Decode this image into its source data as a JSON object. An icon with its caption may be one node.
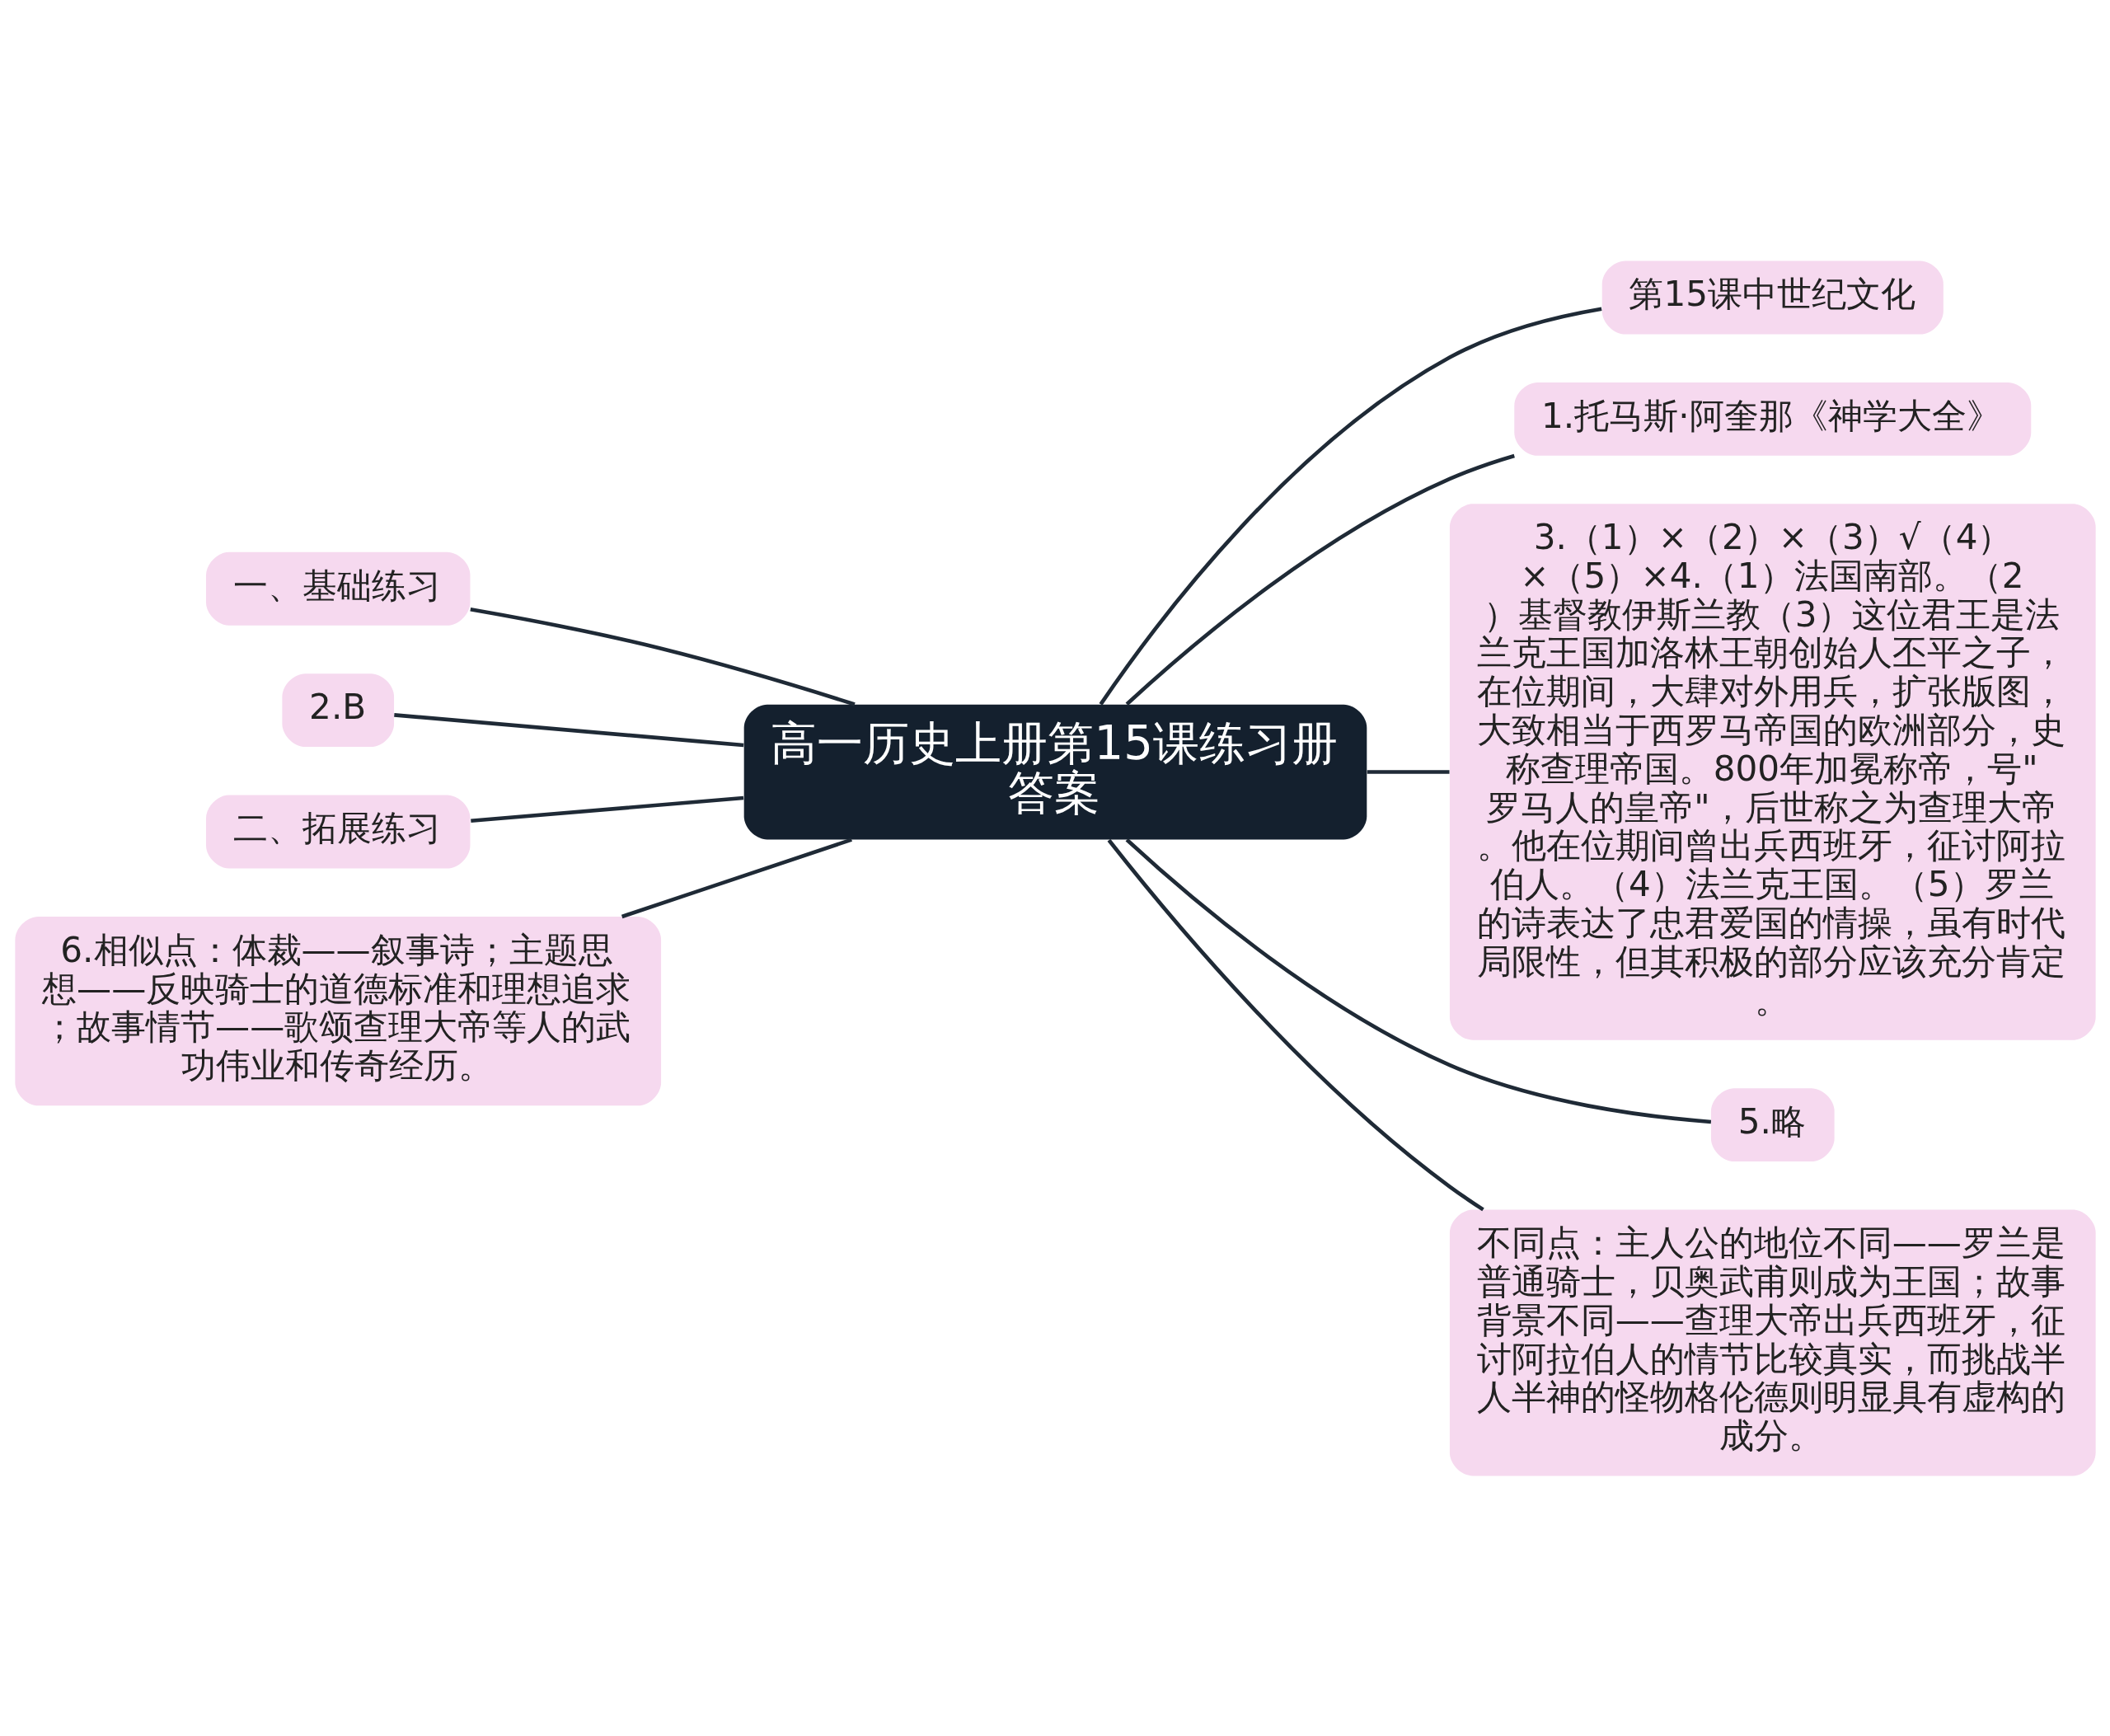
{
  "diagram": {
    "nodes": [
      {
        "text": [
          "高一历史上册第15课练习册答案"
        ]
      },
      {
        "text": [
          "一、基础练习"
        ]
      },
      {
        "text": [
          "2.B"
        ]
      },
      {
        "text": [
          "二、拓展练习"
        ]
      },
      {
        "text": [
          "6.相似点：体裁——叙事诗；主题思想——反映骑士的道德标准和理想追求；故事情节——歌颂查理大帝等人的武功伟业和传奇经历。"
        ]
      },
      {
        "text": [
          "第15课中世纪文化"
        ]
      },
      {
        "text": [
          "1.托马斯·阿奎那《神学大全》"
        ]
      },
      {
        "text": [
          "3.（1）×（2）×（3）√（4）×（5）×4.（1）法国南部。（2）基督教伊斯兰教（3）这位君王是法兰克王国加洛林王朝创始人丕平之子，在位期间，大肆对外用兵，扩张版图，大致相当于西罗马帝国的欧洲部分，史称查理帝国。800年加冕称帝，号\"罗马人的皇帝\"，后世称之为查理大帝。他在位期间曾出兵西班牙，征讨阿拉伯人。（4）法兰克王国。（5）罗兰的诗表达了忠君爱国的情操，虽有时代局限性，但其积极的部分应该充分肯定。"
        ]
      },
      {
        "text": [
          "5.略"
        ]
      },
      {
        "text": [
          "不同点：主人公的地位不同——罗兰是普通骑士，贝奥武甫则成为王国；故事背景不同——查理大帝出兵西班牙，征讨阿拉伯人的情节比较真实，而挑战半人半神的怪物格伦德则明显具有虚构的成分。"
        ]
      }
    ],
    "edges": [
      {
        "from": 1,
        "to": 0,
        "arrow": "none"
      },
      {
        "from": 2,
        "to": 0,
        "arrow": "none"
      },
      {
        "from": 3,
        "to": 0,
        "arrow": "none"
      },
      {
        "from": 4,
        "to": 0,
        "arrow": "none"
      },
      {
        "from": 0,
        "to": 5,
        "arrow": "none"
      },
      {
        "from": 0,
        "to": 6,
        "arrow": "none"
      },
      {
        "from": 0,
        "to": 7,
        "arrow": "none"
      },
      {
        "from": 0,
        "to": 8,
        "arrow": "none"
      },
      {
        "from": 0,
        "to": 9,
        "arrow": "none"
      }
    ]
  }
}
